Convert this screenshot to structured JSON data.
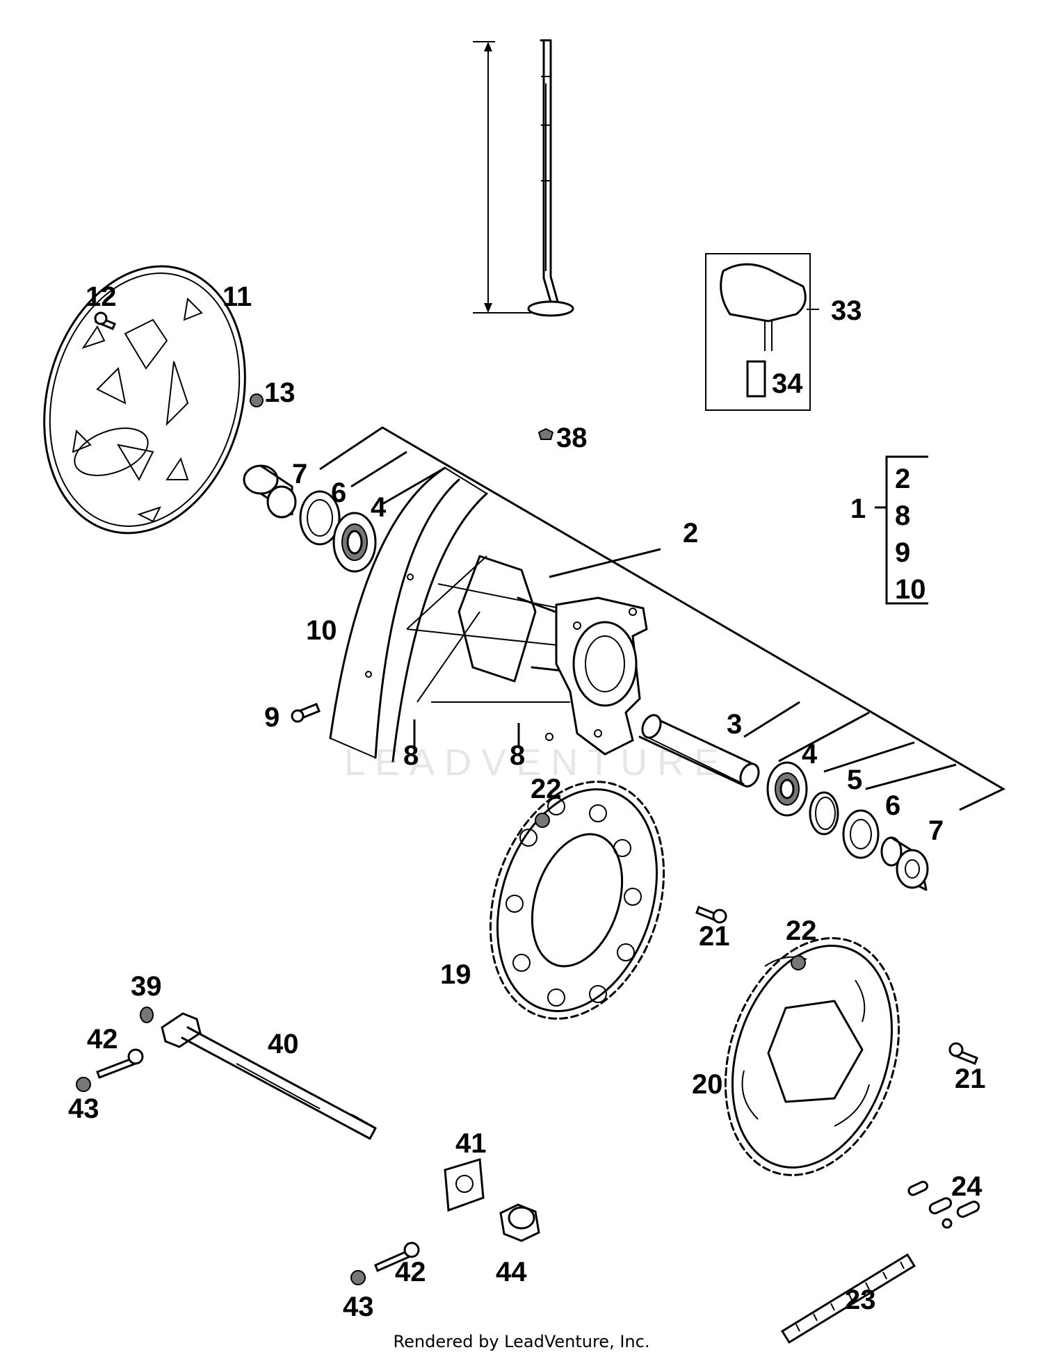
{
  "diagram": {
    "watermark": "LEADVENTURE",
    "footer": "Rendered by LeadVenture, Inc.",
    "callouts": {
      "c2": "2",
      "c3": "3",
      "c4a": "4",
      "c4b": "4",
      "c5": "5",
      "c6a": "6",
      "c6b": "6",
      "c7a": "7",
      "c7b": "7",
      "c8a": "8",
      "c8b": "8",
      "c9": "9",
      "c10": "10",
      "c11": "11",
      "c12": "12",
      "c13": "13",
      "c19": "19",
      "c20": "20",
      "c21a": "21",
      "c21b": "21",
      "c22a": "22",
      "c22b": "22",
      "c23": "23",
      "c24": "24",
      "c33": "33",
      "c34": "34",
      "c38": "38",
      "c39": "39",
      "c40": "40",
      "c41": "41",
      "c42a": "42",
      "c42b": "42",
      "c43a": "43",
      "c43b": "43",
      "c44": "44"
    },
    "assembly_group": {
      "parent": "1",
      "members": [
        "2",
        "8",
        "9",
        "10"
      ]
    }
  }
}
